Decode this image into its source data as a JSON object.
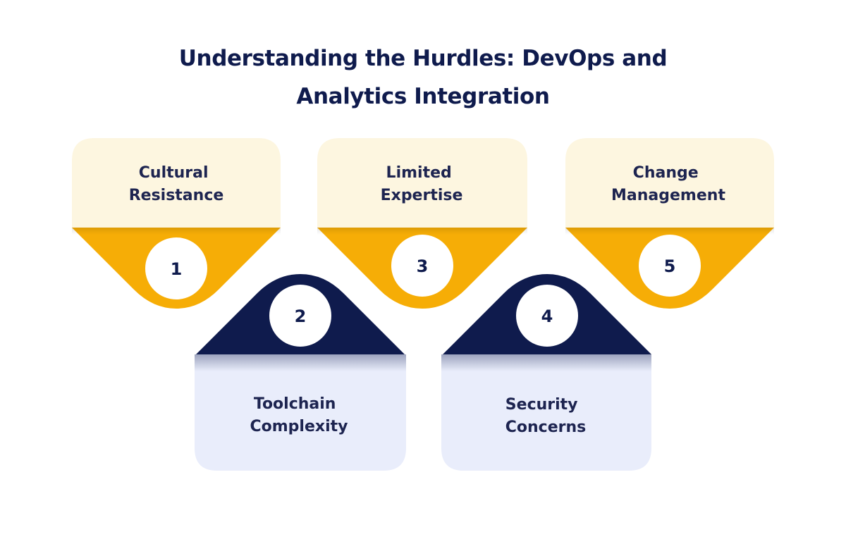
{
  "title": {
    "line1": "Understanding the Hurdles: DevOps and",
    "line2": "Analytics Integration"
  },
  "colors": {
    "title": "#0f1b4d",
    "top_card_fill": "#fdf6e0",
    "top_accent": "#f6ad06",
    "bottom_card_fill": "#e9edfb",
    "bottom_accent": "#0f1b4d",
    "number_circle": "#ffffff"
  },
  "steps": [
    {
      "number": "1",
      "line1": "Cultural",
      "line2": "Resistance",
      "row": "top"
    },
    {
      "number": "2",
      "line1": "Toolchain",
      "line2": "Complexity",
      "row": "bottom"
    },
    {
      "number": "3",
      "line1": "Limited",
      "line2": "Expertise",
      "row": "top"
    },
    {
      "number": "4",
      "line1": "Security",
      "line2": "Concerns",
      "row": "bottom"
    },
    {
      "number": "5",
      "line1": "Change",
      "line2": "Management",
      "row": "top"
    }
  ]
}
